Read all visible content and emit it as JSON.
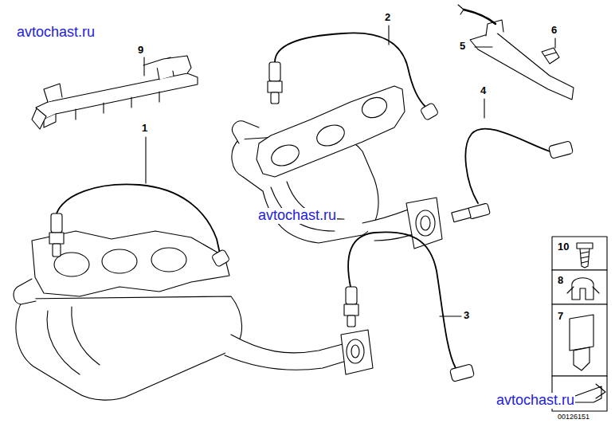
{
  "diagram": {
    "labels": [
      "avtochast.ru",
      "9",
      "2",
      "6",
      "5",
      "4",
      "1",
      "avtochast.ru",
      "10",
      "8",
      "3",
      "7",
      "avtochast.ru",
      "00126151"
    ]
  }
}
